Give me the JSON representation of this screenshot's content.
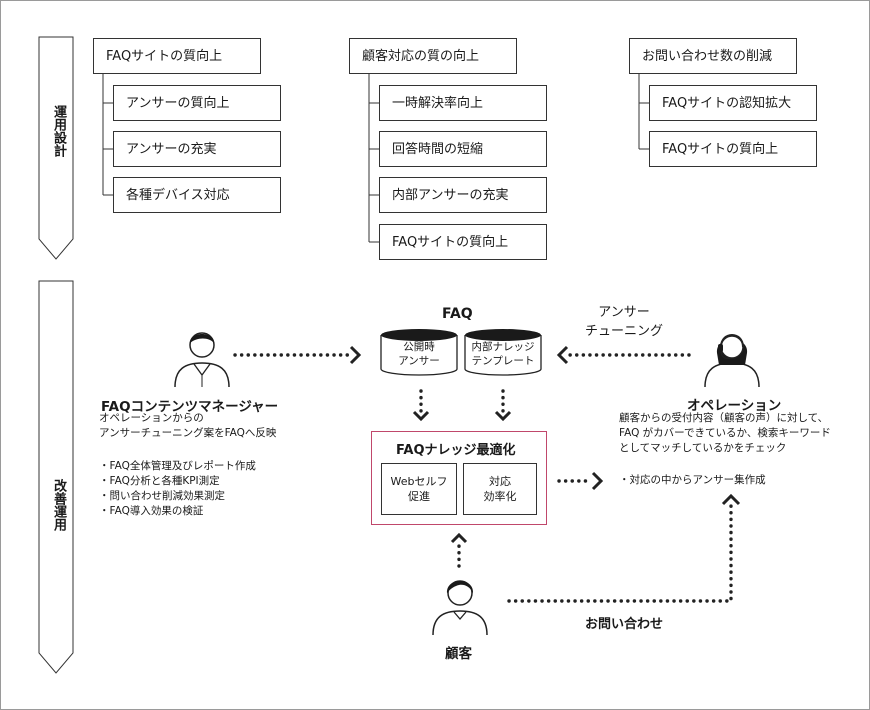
{
  "phases": {
    "operation_design": "運用設計",
    "improvement_operation": "改善運用"
  },
  "goal_columns": [
    {
      "header": "FAQサイトの質向上",
      "items": [
        "アンサーの質向上",
        "アンサーの充実",
        "各種デバイス対応"
      ]
    },
    {
      "header": "顧客対応の質の向上",
      "items": [
        "一時解決率向上",
        "回答時間の短縮",
        "内部アンサーの充実",
        "FAQサイトの質向上"
      ]
    },
    {
      "header": "お問い合わせ数の削減",
      "items": [
        "FAQサイトの認知拡大",
        "FAQサイトの質向上"
      ]
    }
  ],
  "faq": {
    "title": "FAQ",
    "public_db": [
      "公開時",
      "アンサー"
    ],
    "internal_db": [
      "内部ナレッジ",
      "テンプレート"
    ]
  },
  "optimization": {
    "title": "FAQナレッジ最適化",
    "self_service": [
      "Webセルフ",
      "促進"
    ],
    "efficiency": [
      "対応",
      "効率化"
    ]
  },
  "manager": {
    "title": "FAQコンテンツマネージャー",
    "desc": [
      "オペレーションからの",
      "アンサーチューニング案をFAQへ反映"
    ],
    "tasks": [
      "・FAQ全体管理及びレポート作成",
      "・FAQ分析と各種KPI測定",
      "・問い合わせ削減効果測定",
      "・FAQ導入効果の検証"
    ]
  },
  "operation": {
    "title": "オペレーション",
    "desc": [
      "顧客からの受付内容（顧客の声）に対して、",
      "FAQ がカバーできているか、検索キーワード",
      "としてマッチしているかをチェック"
    ],
    "task": "・対応の中からアンサー集作成"
  },
  "tuning_label": [
    "アンサー",
    "チューニング"
  ],
  "customer": {
    "title": "顧客"
  },
  "inquiry_label": "お問い合わせ",
  "colors": {
    "optimization_border": "#c0476b",
    "line": "#222222",
    "arrow_border": "#333333"
  }
}
